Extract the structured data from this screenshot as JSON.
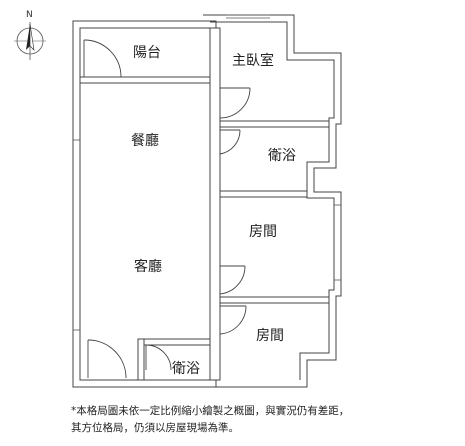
{
  "compass": {
    "north_label": "N",
    "icon": "compass-north-arrow-icon"
  },
  "rooms": {
    "balcony": "陽台",
    "master_bedroom": "主臥室",
    "dining_room": "餐廳",
    "living_room": "客廳",
    "bathroom_upper": "衛浴",
    "bedroom_middle": "房間",
    "bedroom_lower": "房間",
    "bathroom_lower": "衛浴"
  },
  "notes": {
    "line1": "*本格局圖未依一定比例縮小繪製之概圖，與實況仍有差距，",
    "line2": "其方位格局，仍須以房屋現場為準。"
  },
  "colors": {
    "wall_outer": "#444444",
    "wall_fill": "#ffffff",
    "line": "#555555"
  }
}
